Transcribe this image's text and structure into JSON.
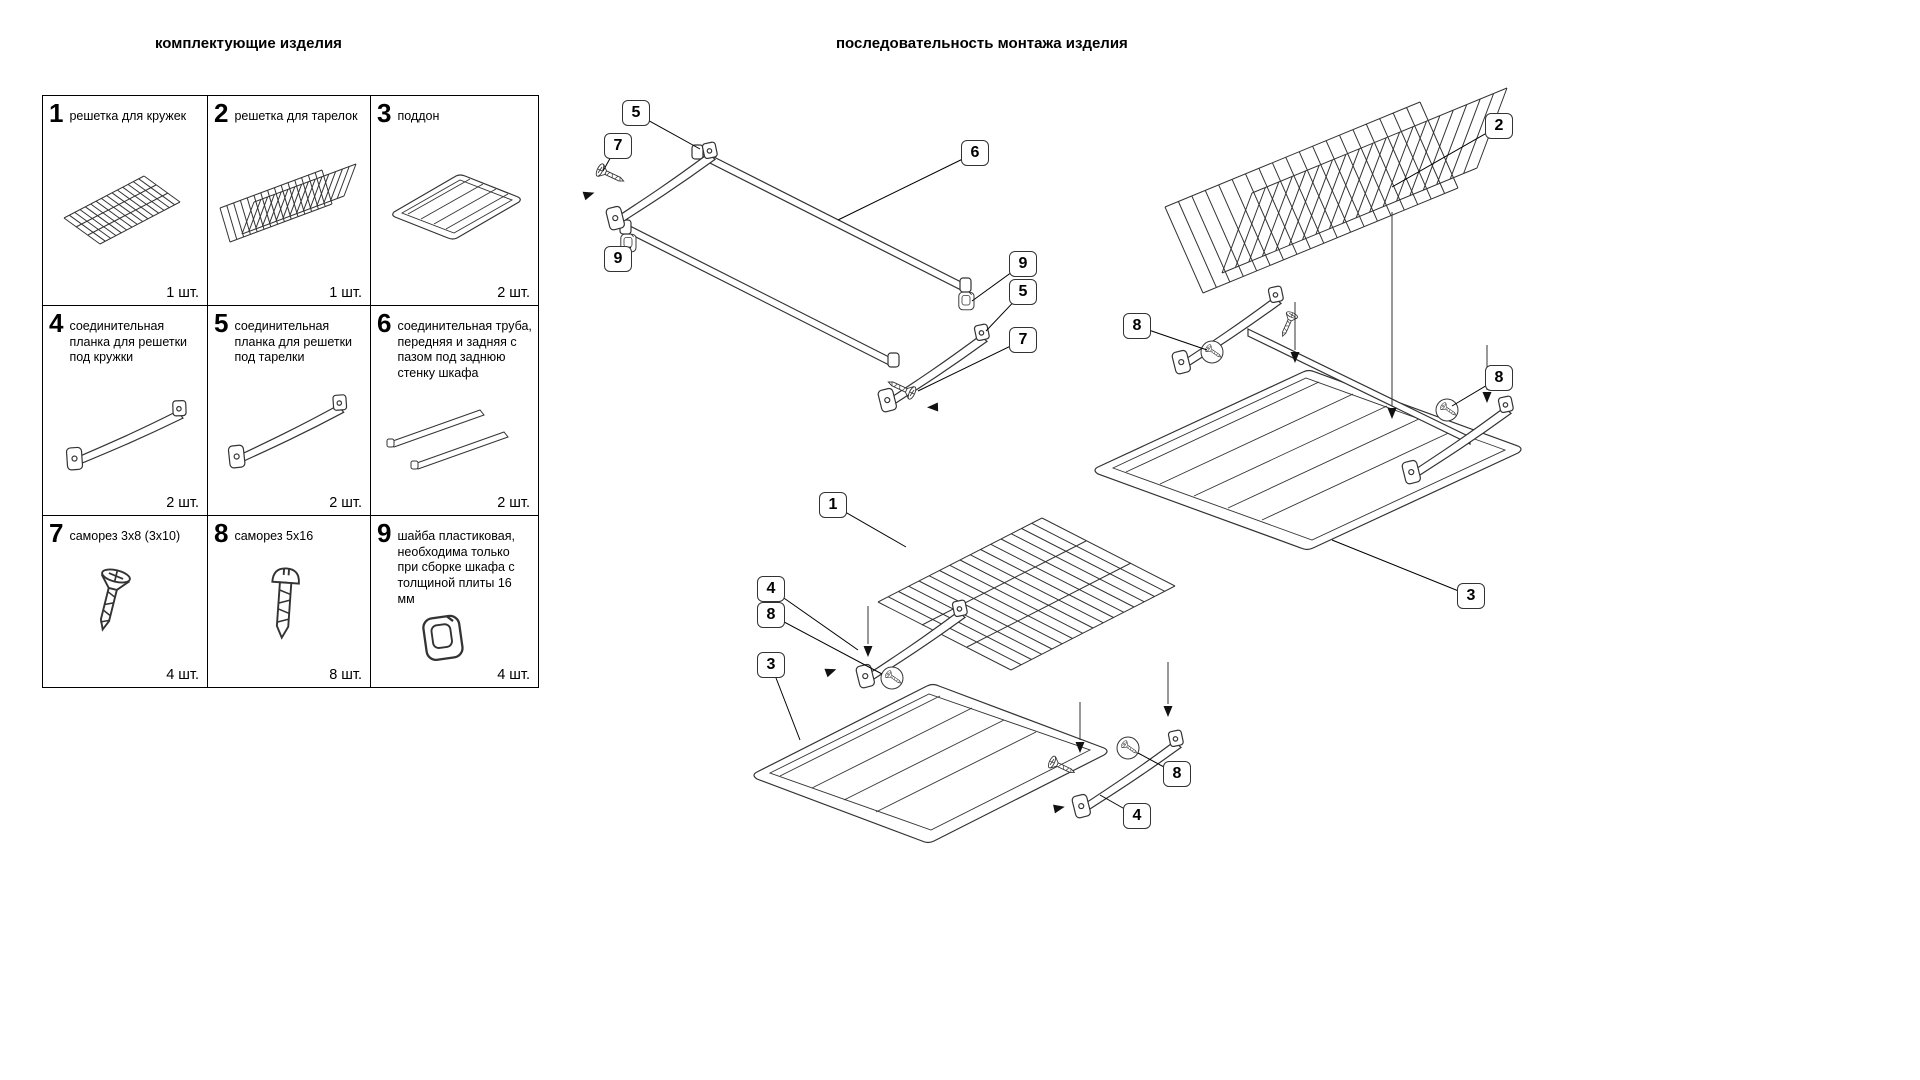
{
  "sections": {
    "components_title": "комплектующие изделия",
    "assembly_title": "последовательность монтажа изделия"
  },
  "parts": [
    {
      "num": "1",
      "desc": "решетка для кружек",
      "qty": "1 шт.",
      "icon": "mug-rack"
    },
    {
      "num": "2",
      "desc": "решетка для тарелок",
      "qty": "1 шт.",
      "icon": "plate-rack"
    },
    {
      "num": "3",
      "desc": "поддон",
      "qty": "2 шт.",
      "icon": "drip-tray"
    },
    {
      "num": "4",
      "desc": "соединительная планка для решетки под кружки",
      "qty": "2 шт.",
      "icon": "connecting-bar"
    },
    {
      "num": "5",
      "desc": "соединительная планка для решетки под тарелки",
      "qty": "2 шт.",
      "icon": "connecting-bar"
    },
    {
      "num": "6",
      "desc": "соединительная труба, передняя и задняя с пазом под заднюю стенку шкафа",
      "qty": "2 шт.",
      "icon": "connecting-tubes"
    },
    {
      "num": "7",
      "desc": "саморез 3х8 (3х10)",
      "qty": "4 шт.",
      "icon": "screw-flat"
    },
    {
      "num": "8",
      "desc": "саморез 5х16",
      "qty": "8 шт.",
      "icon": "screw-pan"
    },
    {
      "num": "9",
      "desc": "шайба пластиковая, необходима только при сборке шкафа с толщиной плиты 16 мм",
      "qty": "4 шт.",
      "icon": "plastic-washer"
    }
  ],
  "callouts": {
    "frame": [
      "5",
      "7",
      "9",
      "6",
      "9",
      "5",
      "7"
    ],
    "plate": [
      "2",
      "8",
      "8",
      "3"
    ],
    "mug": [
      "1",
      "4",
      "8",
      "3",
      "8",
      "4"
    ]
  },
  "colors": {
    "ink": "#333333",
    "text": "#000000",
    "background": "#ffffff"
  }
}
